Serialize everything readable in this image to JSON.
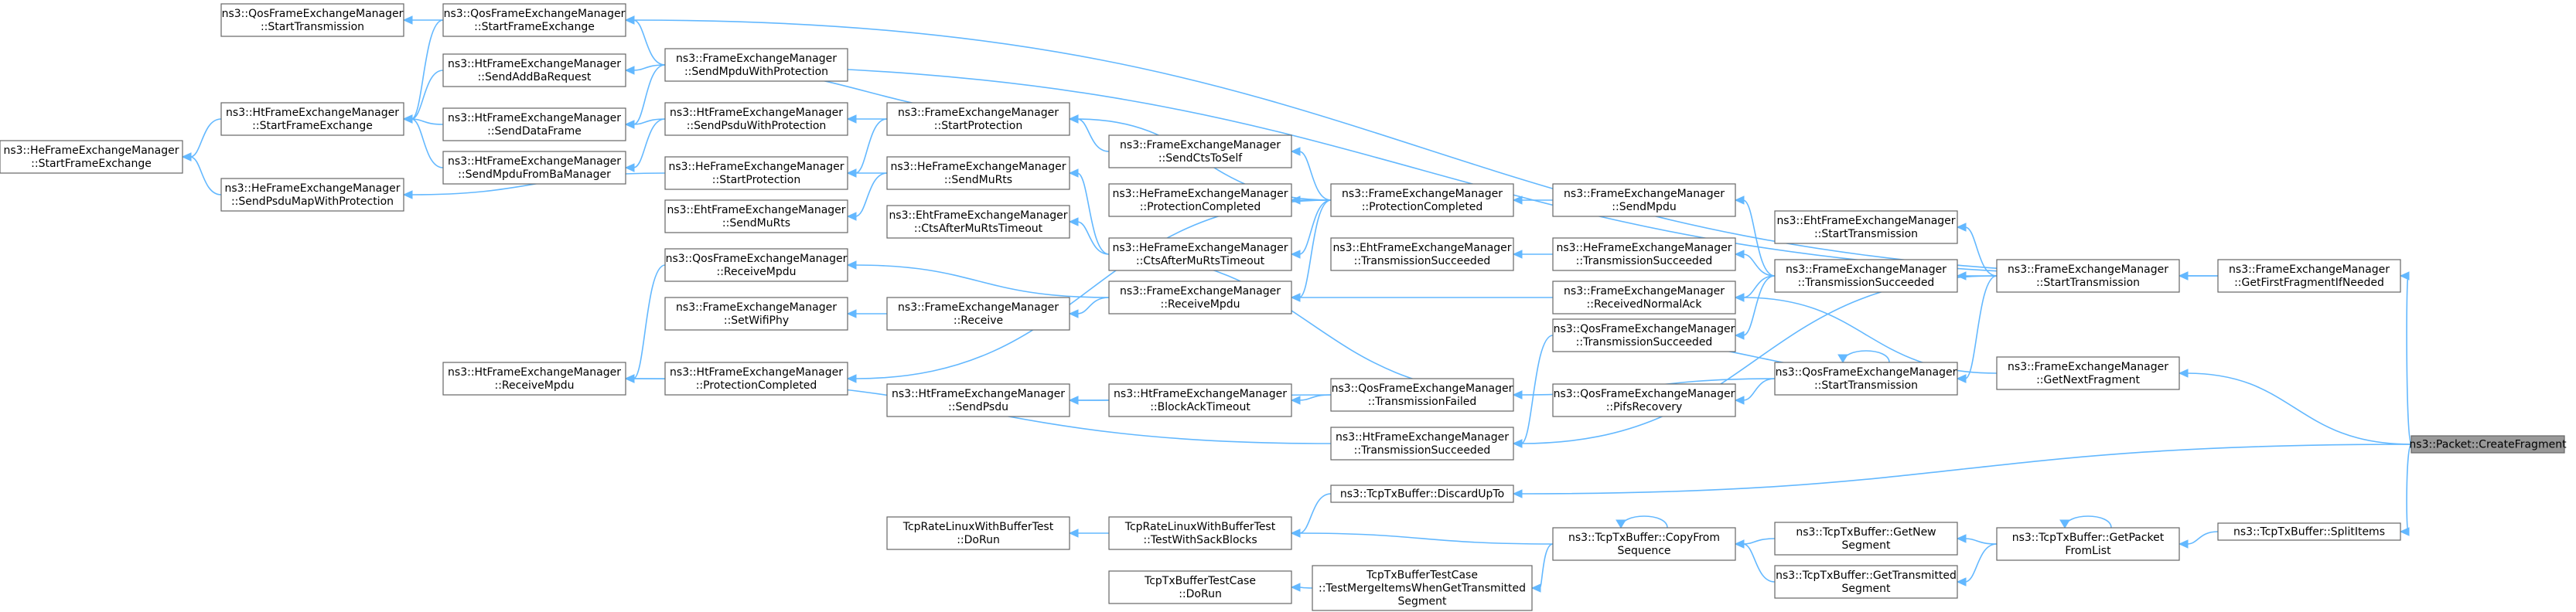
{
  "title": "",
  "colors": {
    "edge": "#63b8ff",
    "node_border": "#666666",
    "root_fill": "#999999",
    "node_fill": "#ffffff"
  },
  "nodes": [
    {
      "id": "n0",
      "lines": [
        "ns3::QosFrameExchangeManager",
        "::StartTransmission"
      ]
    },
    {
      "id": "n1",
      "lines": [
        "ns3::QosFrameExchangeManager",
        "::StartFrameExchange"
      ]
    },
    {
      "id": "n2",
      "lines": [
        "ns3::HtFrameExchangeManager",
        "::SendAddBaRequest"
      ]
    },
    {
      "id": "n3",
      "lines": [
        "ns3::FrameExchangeManager",
        "::SendMpduWithProtection"
      ]
    },
    {
      "id": "n4",
      "lines": [
        "ns3::HtFrameExchangeManager",
        "::StartFrameExchange"
      ]
    },
    {
      "id": "n5",
      "lines": [
        "ns3::HtFrameExchangeManager",
        "::SendDataFrame"
      ]
    },
    {
      "id": "n6",
      "lines": [
        "ns3::HtFrameExchangeManager",
        "::SendPsduWithProtection"
      ]
    },
    {
      "id": "n7",
      "lines": [
        "ns3::FrameExchangeManager",
        "::StartProtection"
      ]
    },
    {
      "id": "n8",
      "lines": [
        "ns3::HeFrameExchangeManager",
        "::StartFrameExchange"
      ]
    },
    {
      "id": "n9",
      "lines": [
        "ns3::HtFrameExchangeManager",
        "::SendMpduFromBaManager"
      ]
    },
    {
      "id": "n10",
      "lines": [
        "ns3::HeFrameExchangeManager",
        "::StartProtection"
      ]
    },
    {
      "id": "n11",
      "lines": [
        "ns3::FrameExchangeManager",
        "::SendCtsToSelf"
      ]
    },
    {
      "id": "n12",
      "lines": [
        "ns3::HeFrameExchangeManager",
        "::SendPsduMapWithProtection"
      ]
    },
    {
      "id": "n13",
      "lines": [
        "ns3::HeFrameExchangeManager",
        "::SendMuRts"
      ]
    },
    {
      "id": "n14",
      "lines": [
        "ns3::EhtFrameExchangeManager",
        "::SendMuRts"
      ]
    },
    {
      "id": "n15",
      "lines": [
        "ns3::HeFrameExchangeManager",
        "::ProtectionCompleted"
      ]
    },
    {
      "id": "n16",
      "lines": [
        "ns3::FrameExchangeManager",
        "::ProtectionCompleted"
      ]
    },
    {
      "id": "n17",
      "lines": [
        "ns3::FrameExchangeManager",
        "::SendMpdu"
      ]
    },
    {
      "id": "n18",
      "lines": [
        "ns3::EhtFrameExchangeManager",
        "::CtsAfterMuRtsTimeout"
      ]
    },
    {
      "id": "n19",
      "lines": [
        "ns3::HeFrameExchangeManager",
        "::CtsAfterMuRtsTimeout"
      ]
    },
    {
      "id": "n20",
      "lines": [
        "ns3::EhtFrameExchangeManager",
        "::TransmissionSucceeded"
      ]
    },
    {
      "id": "n21",
      "lines": [
        "ns3::HeFrameExchangeManager",
        "::TransmissionSucceeded"
      ]
    },
    {
      "id": "n22",
      "lines": [
        "ns3::EhtFrameExchangeManager",
        "::StartTransmission"
      ]
    },
    {
      "id": "n23",
      "lines": [
        "ns3::QosFrameExchangeManager",
        "::ReceiveMpdu"
      ]
    },
    {
      "id": "n24",
      "lines": [
        "ns3::FrameExchangeManager",
        "::ReceiveMpdu"
      ]
    },
    {
      "id": "n25",
      "lines": [
        "ns3::FrameExchangeManager",
        "::TransmissionSucceeded"
      ]
    },
    {
      "id": "n26",
      "lines": [
        "ns3::FrameExchangeManager",
        "::StartTransmission"
      ]
    },
    {
      "id": "n27",
      "lines": [
        "ns3::FrameExchangeManager",
        "::GetFirstFragmentIfNeeded"
      ]
    },
    {
      "id": "n28",
      "lines": [
        "ns3::FrameExchangeManager",
        "::SetWifiPhy"
      ]
    },
    {
      "id": "n29",
      "lines": [
        "ns3::FrameExchangeManager",
        "::Receive"
      ]
    },
    {
      "id": "n30",
      "lines": [
        "ns3::FrameExchangeManager",
        "::ReceivedNormalAck"
      ]
    },
    {
      "id": "n31",
      "lines": [
        "ns3::QosFrameExchangeManager",
        "::TransmissionSucceeded"
      ]
    },
    {
      "id": "n32",
      "lines": [
        "ns3::QosFrameExchangeManager",
        "::StartTransmission"
      ]
    },
    {
      "id": "n33",
      "lines": [
        "ns3::HtFrameExchangeManager",
        "::ReceiveMpdu"
      ]
    },
    {
      "id": "n34",
      "lines": [
        "ns3::HtFrameExchangeManager",
        "::ProtectionCompleted"
      ]
    },
    {
      "id": "n35",
      "lines": [
        "ns3::FrameExchangeManager",
        "::GetNextFragment"
      ]
    },
    {
      "id": "n36",
      "lines": [
        "ns3::HtFrameExchangeManager",
        "::SendPsdu"
      ]
    },
    {
      "id": "n37",
      "lines": [
        "ns3::HtFrameExchangeManager",
        "::BlockAckTimeout"
      ]
    },
    {
      "id": "n38",
      "lines": [
        "ns3::QosFrameExchangeManager",
        "::TransmissionFailed"
      ]
    },
    {
      "id": "n39",
      "lines": [
        "ns3::QosFrameExchangeManager",
        "::PifsRecovery"
      ]
    },
    {
      "id": "n40",
      "lines": [
        "ns3::HtFrameExchangeManager",
        "::TransmissionSucceeded"
      ]
    },
    {
      "id": "n41",
      "lines": [
        "ns3::Packet::CreateFragment"
      ]
    },
    {
      "id": "n42",
      "lines": [
        "ns3::TcpTxBuffer::DiscardUpTo"
      ]
    },
    {
      "id": "n43",
      "lines": [
        "TcpRateLinuxWithBufferTest",
        "::DoRun"
      ]
    },
    {
      "id": "n44",
      "lines": [
        "TcpRateLinuxWithBufferTest",
        "::TestWithSackBlocks"
      ]
    },
    {
      "id": "n45",
      "lines": [
        "ns3::TcpTxBuffer::CopyFrom",
        "Sequence"
      ]
    },
    {
      "id": "n46",
      "lines": [
        "ns3::TcpTxBuffer::GetNew",
        "Segment"
      ]
    },
    {
      "id": "n47",
      "lines": [
        "ns3::TcpTxBuffer::GetPacket",
        "FromList"
      ]
    },
    {
      "id": "n48",
      "lines": [
        "ns3::TcpTxBuffer::SplitItems"
      ]
    },
    {
      "id": "n49",
      "lines": [
        "TcpTxBufferTestCase",
        "::DoRun"
      ]
    },
    {
      "id": "n50",
      "lines": [
        "TcpTxBufferTestCase",
        "::TestMergeItemsWhenGetTransmitted",
        "Segment"
      ]
    },
    {
      "id": "n51",
      "lines": [
        "ns3::TcpTxBuffer::GetTransmitted",
        "Segment"
      ]
    }
  ],
  "edges": [
    [
      "n0",
      "n1"
    ],
    [
      "n1",
      "n3"
    ],
    [
      "n1",
      "n27"
    ],
    [
      "n2",
      "n3"
    ],
    [
      "n4",
      "n1"
    ],
    [
      "n4",
      "n2"
    ],
    [
      "n4",
      "n5"
    ],
    [
      "n4",
      "n9"
    ],
    [
      "n5",
      "n3"
    ],
    [
      "n5",
      "n6"
    ],
    [
      "n6",
      "n7"
    ],
    [
      "n7",
      "n3"
    ],
    [
      "n7",
      "n11"
    ],
    [
      "n7",
      "n16"
    ],
    [
      "n8",
      "n4"
    ],
    [
      "n8",
      "n12"
    ],
    [
      "n9",
      "n6"
    ],
    [
      "n10",
      "n7"
    ],
    [
      "n10",
      "n13"
    ],
    [
      "n11",
      "n16"
    ],
    [
      "n12",
      "n10"
    ],
    [
      "n13",
      "n19"
    ],
    [
      "n14",
      "n13"
    ],
    [
      "n15",
      "n16"
    ],
    [
      "n16",
      "n17"
    ],
    [
      "n17",
      "n25"
    ],
    [
      "n18",
      "n19"
    ],
    [
      "n19",
      "n16"
    ],
    [
      "n20",
      "n21"
    ],
    [
      "n21",
      "n25"
    ],
    [
      "n22",
      "n26"
    ],
    [
      "n23",
      "n24"
    ],
    [
      "n24",
      "n16"
    ],
    [
      "n24",
      "n30"
    ],
    [
      "n25",
      "n26"
    ],
    [
      "n26",
      "n3"
    ],
    [
      "n26",
      "n27"
    ],
    [
      "n27",
      "n41"
    ],
    [
      "n28",
      "n29"
    ],
    [
      "n29",
      "n24"
    ],
    [
      "n30",
      "n25"
    ],
    [
      "n30",
      "n35"
    ],
    [
      "n31",
      "n25"
    ],
    [
      "n32",
      "n26"
    ],
    [
      "n32",
      "n31"
    ],
    [
      "n32",
      "n32"
    ],
    [
      "n33",
      "n23"
    ],
    [
      "n33",
      "n34"
    ],
    [
      "n33",
      "n40"
    ],
    [
      "n34",
      "n16"
    ],
    [
      "n35",
      "n41"
    ],
    [
      "n36",
      "n37"
    ],
    [
      "n36",
      "n38"
    ],
    [
      "n37",
      "n38"
    ],
    [
      "n38",
      "n19"
    ],
    [
      "n38",
      "n32"
    ],
    [
      "n39",
      "n32"
    ],
    [
      "n40",
      "n26"
    ],
    [
      "n40",
      "n31"
    ],
    [
      "n42",
      "n41"
    ],
    [
      "n43",
      "n44"
    ],
    [
      "n44",
      "n42"
    ],
    [
      "n44",
      "n45"
    ],
    [
      "n45",
      "n45"
    ],
    [
      "n45",
      "n46"
    ],
    [
      "n45",
      "n51"
    ],
    [
      "n46",
      "n47"
    ],
    [
      "n47",
      "n47"
    ],
    [
      "n47",
      "n48"
    ],
    [
      "n48",
      "n41"
    ],
    [
      "n49",
      "n50"
    ],
    [
      "n50",
      "n45"
    ],
    [
      "n51",
      "n47"
    ]
  ]
}
